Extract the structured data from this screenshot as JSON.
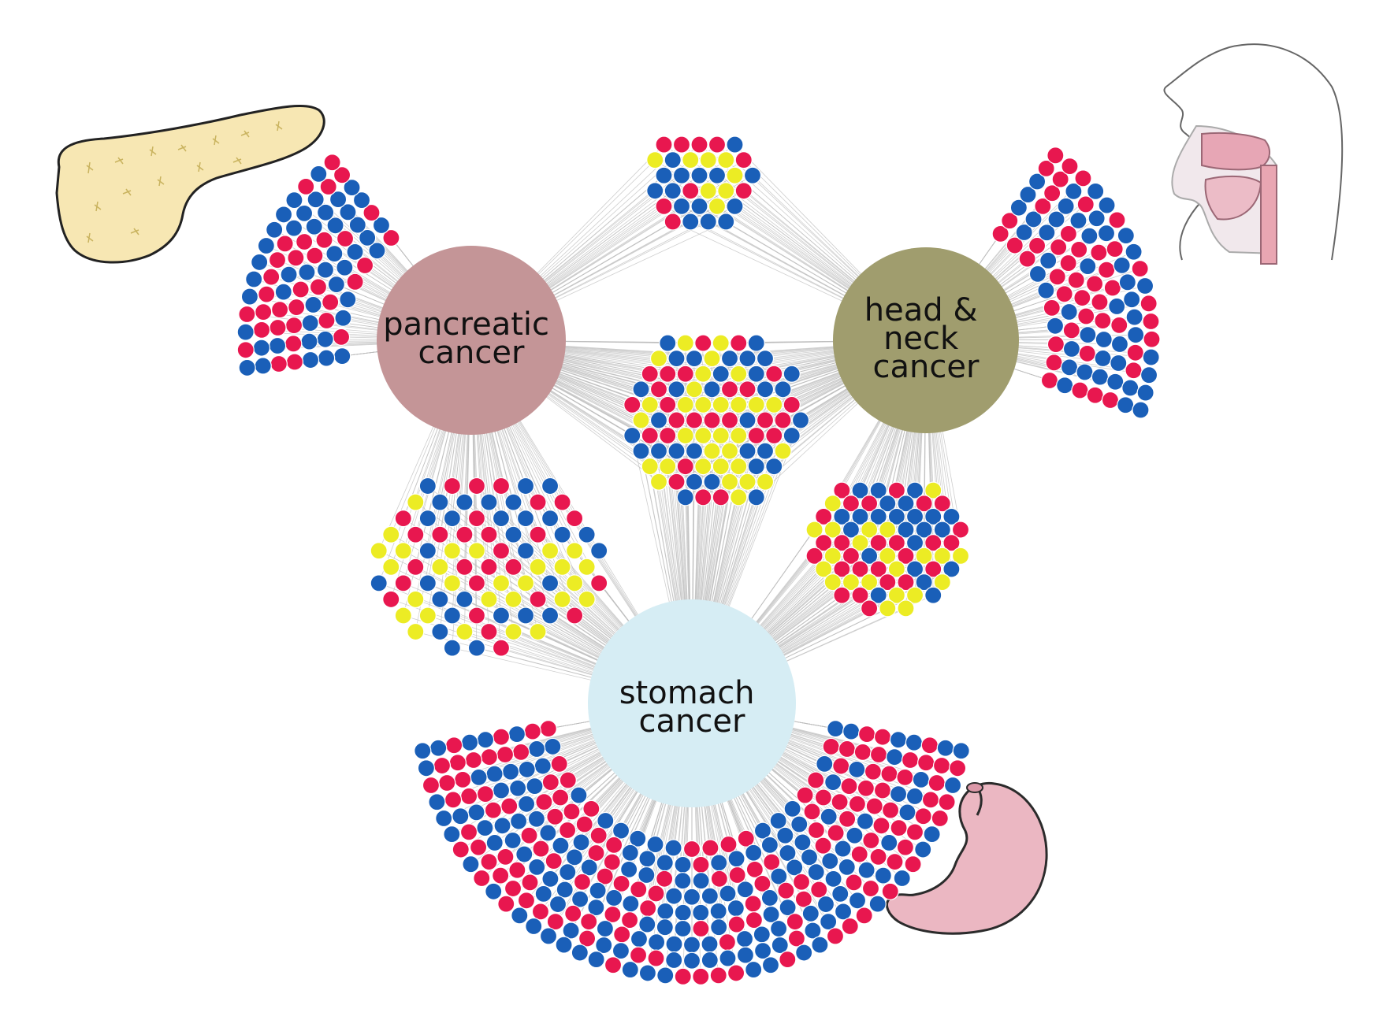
{
  "hubs": [
    {
      "id": "pancreatic",
      "lines": [
        "pancreatic",
        "cancer"
      ],
      "color": "#c49597"
    },
    {
      "id": "headneck",
      "lines": [
        "head &",
        "neck",
        "cancer"
      ],
      "color": "#a09d6e"
    },
    {
      "id": "stomach",
      "lines": [
        "stomach",
        "cancer"
      ],
      "color": "#d6edf4"
    }
  ],
  "node_colors": {
    "red": "#e8174f",
    "blue": "#1a5fb8",
    "yellow": "#ecec24"
  },
  "edge_color": "#bdbdbd",
  "clusters": [
    {
      "id": "pancreatic-only",
      "connects": [
        "pancreatic"
      ],
      "palette": [
        "red",
        "blue"
      ]
    },
    {
      "id": "headneck-only",
      "connects": [
        "headneck"
      ],
      "palette": [
        "red",
        "blue"
      ]
    },
    {
      "id": "stomach-only",
      "connects": [
        "stomach"
      ],
      "palette": [
        "red",
        "blue"
      ]
    },
    {
      "id": "pancreatic-headneck",
      "connects": [
        "pancreatic",
        "headneck"
      ],
      "palette": [
        "red",
        "blue",
        "yellow"
      ]
    },
    {
      "id": "pancreatic-stomach",
      "connects": [
        "pancreatic",
        "stomach"
      ],
      "palette": [
        "red",
        "blue",
        "yellow"
      ]
    },
    {
      "id": "headneck-stomach",
      "connects": [
        "headneck",
        "stomach"
      ],
      "palette": [
        "red",
        "blue",
        "yellow"
      ]
    },
    {
      "id": "all-three",
      "connects": [
        "pancreatic",
        "headneck",
        "stomach"
      ],
      "palette": [
        "red",
        "blue",
        "yellow"
      ]
    }
  ],
  "illustrations": [
    {
      "id": "pancreas",
      "icon": "pancreas-organ-icon"
    },
    {
      "id": "head",
      "icon": "head-profile-icon"
    },
    {
      "id": "stomach",
      "icon": "stomach-organ-icon"
    }
  ]
}
